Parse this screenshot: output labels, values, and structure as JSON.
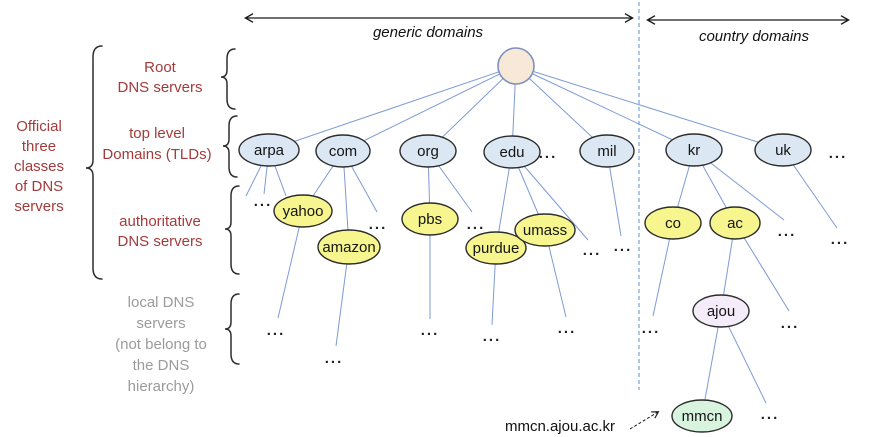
{
  "legend": {
    "generic_domains": "generic domains",
    "country_domains": "country domains"
  },
  "left_panel": {
    "official_label": "Official\nthree\nclasses\nof DNS\nservers",
    "classes": {
      "root": "Root\nDNS servers",
      "tld": "top level\nDomains (TLDs)",
      "authoritative": "authoritative\nDNS servers",
      "local": "local DNS\nservers\n(not belong to\nthe DNS\nhierarchy)"
    }
  },
  "nodes": {
    "arpa": "arpa",
    "com": "com",
    "org": "org",
    "edu": "edu",
    "mil": "mil",
    "kr": "kr",
    "uk": "uk",
    "yahoo": "yahoo",
    "amazon": "amazon",
    "pbs": "pbs",
    "purdue": "purdue",
    "umass": "umass",
    "co": "co",
    "ac": "ac",
    "ajou": "ajou",
    "mmcn": "mmcn"
  },
  "ellipsis": "...",
  "annotation": {
    "label": "mmcn.ajou.ac.kr"
  },
  "hierarchy": {
    "root_children": [
      "arpa",
      "com",
      "org",
      "edu",
      "mil",
      "kr",
      "uk"
    ],
    "arpa": [
      "..."
    ],
    "com": [
      "yahoo",
      "amazon",
      "..."
    ],
    "org": [
      "pbs",
      "..."
    ],
    "edu": [
      "purdue",
      "umass",
      "..."
    ],
    "mil": [
      "..."
    ],
    "kr": [
      "co",
      "ac",
      "..."
    ],
    "uk": [
      "..."
    ],
    "yahoo": [
      "..."
    ],
    "amazon": [
      "..."
    ],
    "pbs": [
      "..."
    ],
    "purdue": [
      "..."
    ],
    "umass": [
      "..."
    ],
    "co": [
      "..."
    ],
    "ac": [
      "ajou",
      "..."
    ],
    "ajou": [
      "mmcn",
      "..."
    ]
  },
  "colors": {
    "class_label_red": "#a33b3b",
    "local_label_gray": "#9b9b9b",
    "edge_blue": "#7d9bd4",
    "divider_blue": "#76a3dc",
    "tld_fill": "#dbe8f4",
    "authoritative_fill": "#f7f58d",
    "root_fill": "#f8e8d7",
    "ajou_fill": "#f5ecf9",
    "mmcn_fill": "#d8f4de"
  }
}
